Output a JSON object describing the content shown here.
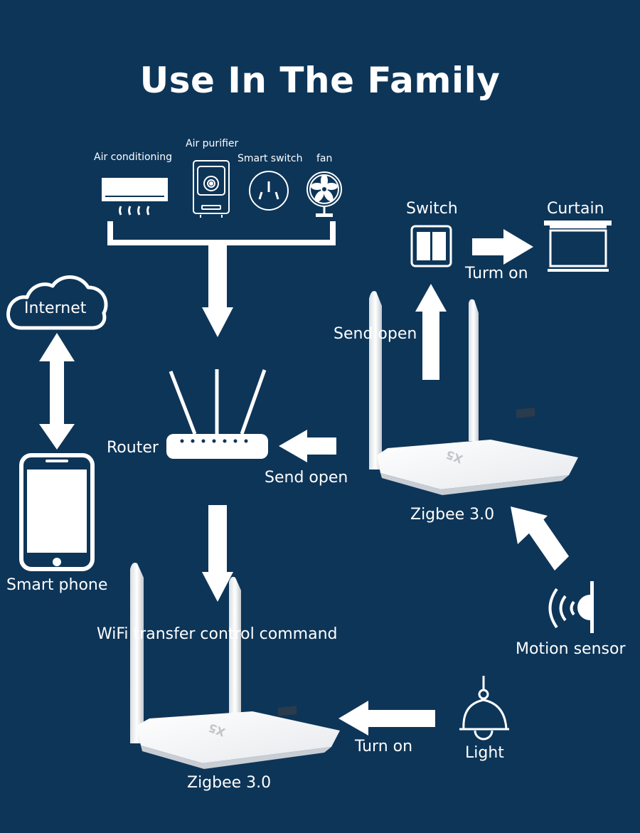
{
  "title": "Use In The Family",
  "appliances": {
    "air_conditioning": "Air conditioning",
    "air_purifier": "Air purifier",
    "smart_switch": "Smart switch",
    "fan": "fan"
  },
  "nodes": {
    "switch": "Switch",
    "curtain": "Curtain",
    "internet": "Internet",
    "router": "Router",
    "smart_phone": "Smart phone",
    "motion_sensor": "Motion sensor",
    "light": "Light",
    "zigbee_right": "Zigbee 3.0",
    "zigbee_bottom": "Zigbee 3.0",
    "device_model": "X5"
  },
  "flows": {
    "turn_on_curtain": "Turm on",
    "send_open_up": "Send open",
    "send_open_left": "Send open",
    "wifi_transfer": "WiFi transfer control command",
    "turn_on_light": "Turn on"
  },
  "colors": {
    "background": "#0d3558",
    "foreground": "#ffffff",
    "device_body": "#eef1f4",
    "device_shadow": "#c9ced4"
  }
}
